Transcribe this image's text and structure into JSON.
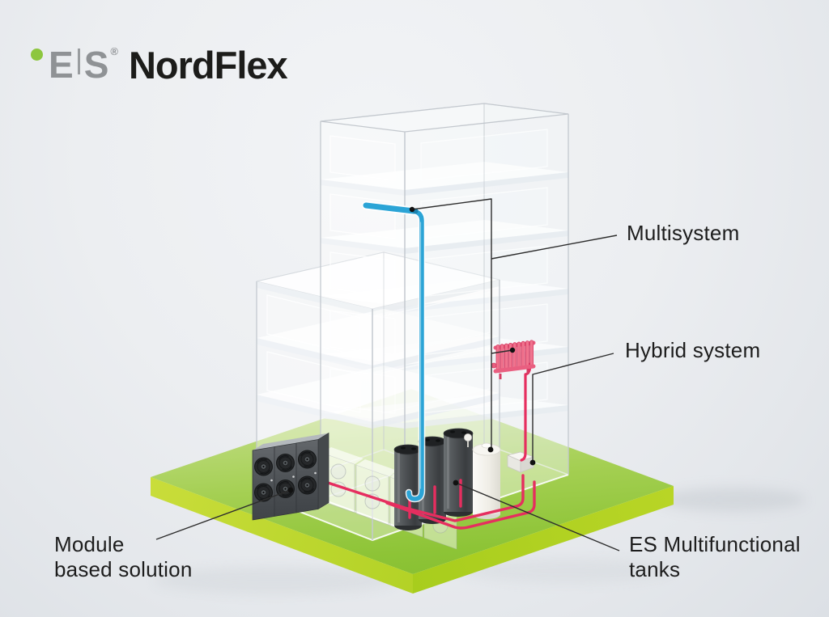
{
  "logo": {
    "symbol_e": "E",
    "symbol_s": "S",
    "registered": "®",
    "brand_name": "NordFlex"
  },
  "annotations": {
    "multisystem": "Multisystem",
    "hybrid_system": "Hybrid system",
    "module_based": {
      "line1": "Module",
      "line2": "based solution"
    },
    "multifunctional_tanks": {
      "line1": "ES Multifunctional",
      "line2": "tanks"
    }
  },
  "colors": {
    "brand_green": "#8dc63f",
    "platform_top_green": "#9cc944",
    "platform_side_green": "#bdd72f",
    "pipe_cold_blue": "#2ba4d6",
    "pipe_heat_red": "#e62e5f",
    "equipment_dark_gray": "#4a4e52",
    "leader_line": "#2d2d2d",
    "label_text": "#1d1d1d",
    "logo_gray": "#8f9295",
    "logo_black": "#1c1c1a"
  }
}
